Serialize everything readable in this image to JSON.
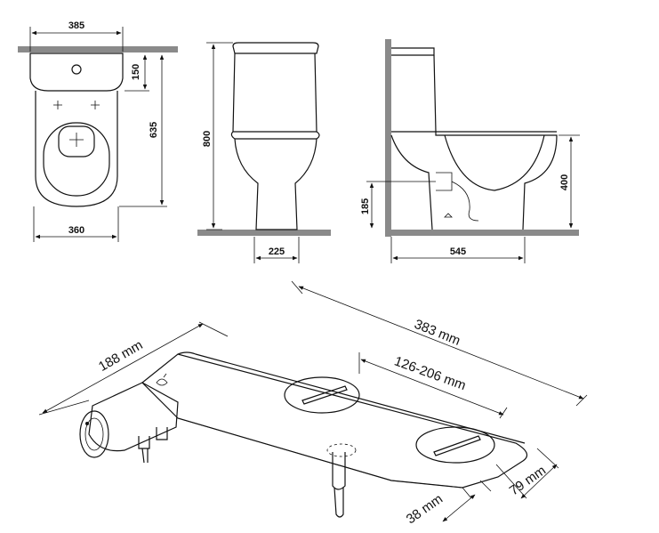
{
  "top_views": {
    "front": {
      "width_top": "385",
      "tank_height": "150",
      "depth": "635",
      "width_bottom": "360"
    },
    "side": {
      "height": "800",
      "base_width": "225"
    },
    "profile": {
      "outlet_height": "185",
      "seat_height": "400",
      "length": "545"
    }
  },
  "bidet": {
    "length": "383 mm",
    "depth": "188 mm",
    "hole_spacing": "126-206 mm",
    "slot_width": "79 mm",
    "nozzle": "38 mm"
  },
  "colors": {
    "wall": "#8a8a8a",
    "line": "#111111"
  }
}
